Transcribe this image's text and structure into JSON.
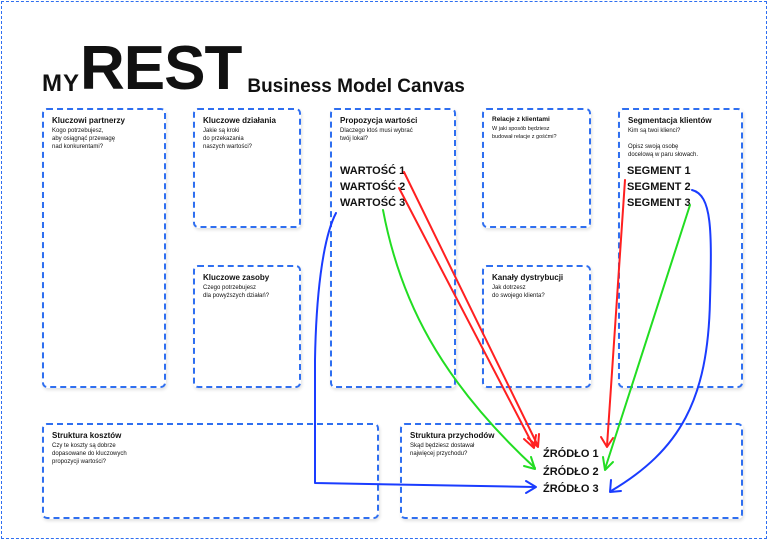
{
  "header": {
    "logo_my": "MY",
    "logo_rest": "REST",
    "title": "Business Model Canvas"
  },
  "boxes": {
    "partners": {
      "title": "Kluczowi partnerzy",
      "question": "Kogo potrzebujesz,\naby osiągnąć przewagę\nnad konkurentami?"
    },
    "activities": {
      "title": "Kluczowe działania",
      "question": "Jakie są kroki\ndo przekazania\nnaszych wartości?"
    },
    "resources": {
      "title": "Kluczowe zasoby",
      "question": "Czego potrzebujesz\ndla powyższych działań?"
    },
    "value": {
      "title": "Propozycja wartości",
      "question": "Dlaczego ktoś musi wybrać\ntwój lokal?"
    },
    "relations": {
      "title": "Relacje z klientami",
      "question": "W jaki sposób będziesz\nbudował relacje z gośćmi?"
    },
    "channels": {
      "title": "Kanały dystrybucji",
      "question": "Jak dotrzesz\ndo swojego klienta?"
    },
    "segments": {
      "title": "Segmentacja klientów",
      "question": "Kim są twoi klienci?\n\nOpisz swoją osobę\ndocelową w paru słowach."
    },
    "costs": {
      "title": "Struktura kosztów",
      "question": "Czy te koszty są dobrze\ndopasowane do kluczowych\npropozycji wartości?"
    },
    "revenue": {
      "title": "Struktura przychodów",
      "question": "Skąd będziesz dostawał\nnajwięcej przychodu?"
    }
  },
  "values": [
    "WARTOŚĆ 1",
    "WARTOŚĆ 2",
    "WARTOŚĆ 3"
  ],
  "segments": [
    "SEGMENT 1",
    "SEGMENT 2",
    "SEGMENT 3"
  ],
  "sources": [
    "ŹRÓDŁO 1",
    "ŹRÓDŁO 2",
    "ŹRÓDŁO 3"
  ],
  "colors": {
    "border": "#2f6ff0",
    "arrow_1": "#ff2020",
    "arrow_2": "#22dd22",
    "arrow_3": "#1a3cff"
  }
}
